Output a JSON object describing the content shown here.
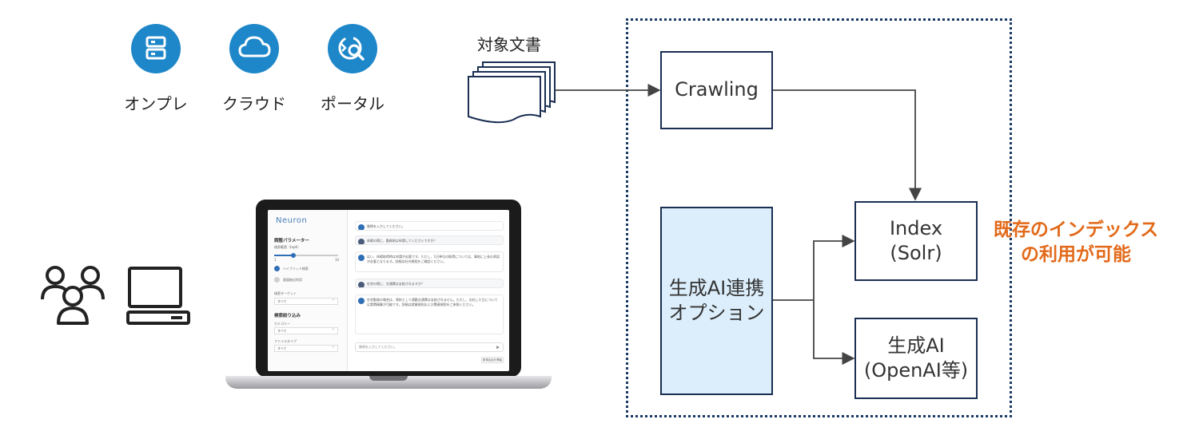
{
  "deployment": {
    "items": [
      {
        "label": "オンプレ",
        "icon": "server-icon"
      },
      {
        "label": "クラウド",
        "icon": "cloud-icon"
      },
      {
        "label": "ポータル",
        "icon": "portal-search-icon"
      }
    ],
    "accent_color": "#1e87c9"
  },
  "documents": {
    "label": "対象文書"
  },
  "flow": {
    "crawling": "Crawling",
    "index": "Index\n(Solr)",
    "genai_option": "生成AI連携\nオプション",
    "genai": "生成AI\n(OpenAI等)",
    "note": "既存のインデックス\nの利用が可能",
    "note_color": "#e26a1a",
    "option_fill": "#dceefb"
  },
  "screen": {
    "logo": "Neuron",
    "sidebar": {
      "params_title": "調整パラメーター",
      "temp_label": "検索範囲（topK）",
      "slider_min": "1",
      "slider_max": "10",
      "slider_value": 0.3,
      "hybrid_label": "ハイブリッド検索",
      "rerank_label": "意図抽出利用",
      "target_label": "検索ターゲット",
      "target_value": "すべて",
      "filter_title": "検索絞り込み",
      "category_label": "カテゴリー",
      "category_value": "すべて",
      "filetype_label": "ファイルタイプ",
      "filetype_value": "すべて"
    },
    "chat": {
      "messages": [
        {
          "role": "bot",
          "text": "質問を入力してください。"
        },
        {
          "role": "user",
          "text": "休暇の際に、勤務地は申請してくださいですか？"
        },
        {
          "role": "bot",
          "text": "はい、休暇取得時は申請が必要です。ただし、1日単位の取得については、事前に上長の承認が必要となります。詳細は社内規程をご確認ください。"
        },
        {
          "role": "user",
          "text": "在宅の際に、交通費は支給されますか？"
        },
        {
          "role": "bot",
          "text": "在宅勤務の場合は、原則として通勤交通費は支給されません。ただし、出社した日については実費精算が可能です。詳細は就業規則および関連規程をご参照ください。"
        }
      ],
      "input_placeholder": "質問を入力してください。",
      "new_chat": "新規会話を開始"
    }
  }
}
